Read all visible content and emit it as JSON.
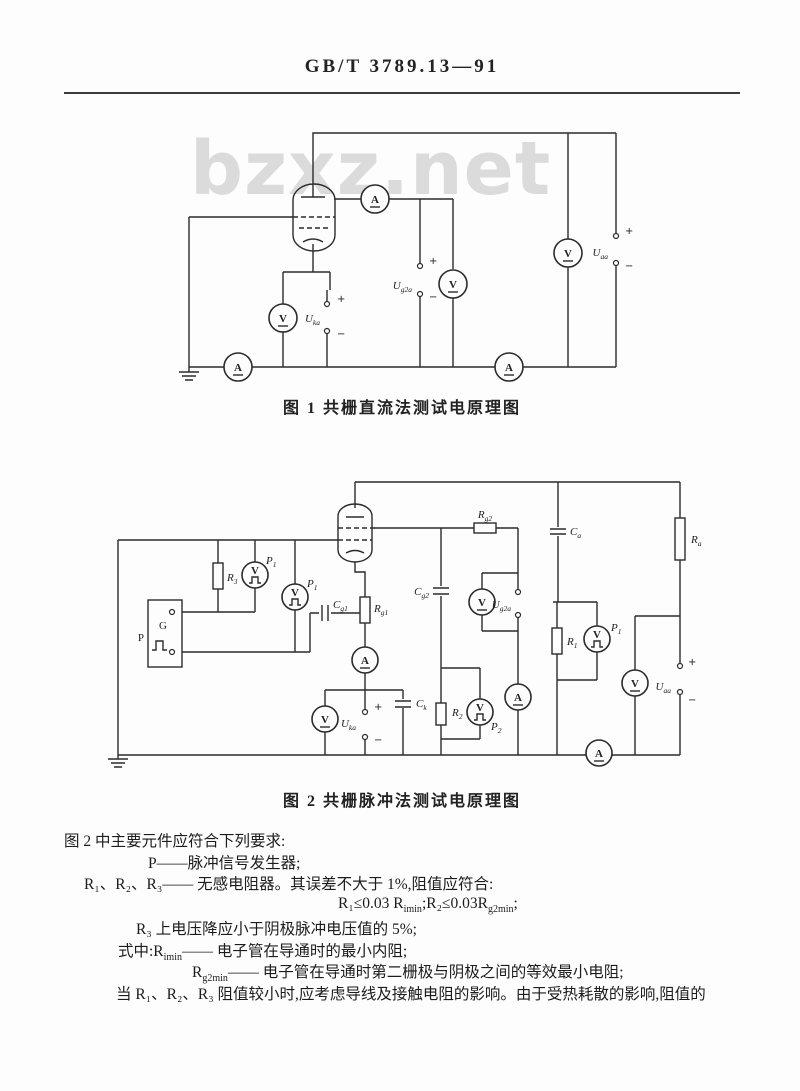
{
  "header": {
    "title": "GB/T 3789.13—91"
  },
  "watermark": "bzxz.net",
  "figure1": {
    "caption": "图 1  共栅直流法测试电原理图",
    "meters": {
      "ammeter": "A",
      "voltmeter": "V"
    },
    "supplies": {
      "u_g2a": {
        "base": "U",
        "sub": "g2a"
      },
      "u_ka": {
        "base": "U",
        "sub": "ka"
      },
      "u_aa": {
        "base": "U",
        "sub": "aa"
      }
    },
    "polarity": {
      "plus": "+",
      "minus": "−"
    }
  },
  "figure2": {
    "caption": "图 2  共栅脉冲法测试电原理图",
    "generator": {
      "box": "P",
      "inner": "G"
    },
    "meters": {
      "ammeter": "A",
      "voltmeter": "V"
    },
    "components": {
      "r1": {
        "base": "R",
        "sub": "1"
      },
      "r2": {
        "base": "R",
        "sub": "2"
      },
      "r3": {
        "base": "R",
        "sub": "3"
      },
      "ra": {
        "base": "R",
        "sub": "a"
      },
      "rg1": {
        "base": "R",
        "sub": "g1"
      },
      "rg2": {
        "base": "R",
        "sub": "g2"
      },
      "cg1": {
        "base": "C",
        "sub": "g1"
      },
      "cg2": {
        "base": "C",
        "sub": "g2"
      },
      "ck": {
        "base": "C",
        "sub": "k"
      },
      "ca": {
        "base": "C",
        "sub": "a"
      },
      "p1": {
        "base": "P",
        "sub": "1"
      },
      "p2": {
        "base": "P",
        "sub": "2"
      }
    },
    "supplies": {
      "u_g2a": {
        "base": "U",
        "sub": "g2a"
      },
      "u_ka": {
        "base": "U",
        "sub": "ka"
      },
      "u_aa": {
        "base": "U",
        "sub": "aa"
      }
    },
    "polarity": {
      "plus": "+",
      "minus": "−"
    }
  },
  "notes": {
    "line1": "图 2 中主要元件应符合下列要求:",
    "line2": "P——脉冲信号发生器;",
    "line3": "R₁、R₂、R₃—— 无感电阻器。其误差不大于 1%,阻值应符合:",
    "formula": {
      "a": "R₁≤0.03 R",
      "a_sub": "imin",
      "b": ";R₂≤0.03R",
      "b_sub": "g2min",
      "c": ";"
    },
    "line5": "R₃ 上电压降应小于阴极脉冲电压值的 5%;",
    "line6": {
      "a": "式中:R",
      "a_sub": "imin",
      "b": "—— 电子管在导通时的最小内阻;"
    },
    "line7": {
      "a": "R",
      "a_sub": "g2min",
      "b": "—— 电子管在导通时第二栅极与阴极之间的等效最小电阻;"
    },
    "line8": "当 R₁、R₂、R₃ 阻值较小时,应考虑导线及接触电阻的影响。由于受热耗散的影响,阻值的"
  }
}
